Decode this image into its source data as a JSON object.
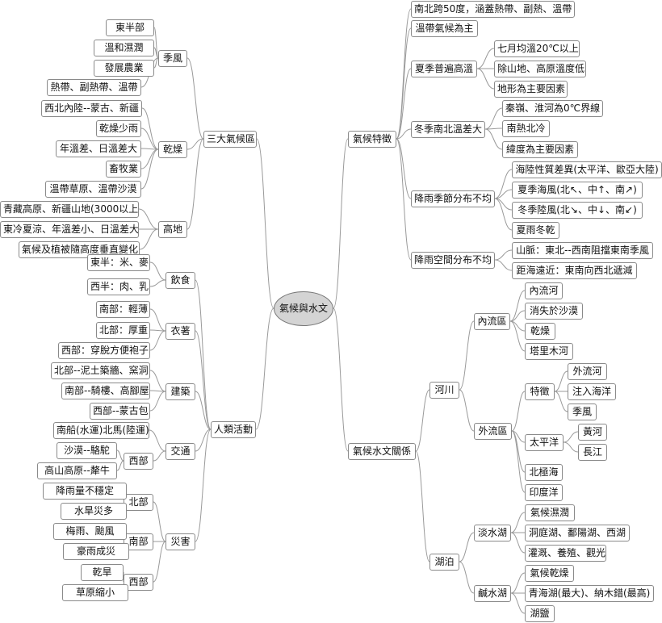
{
  "root": "氣候與水文",
  "left": [
    {
      "label": "三大氣候區",
      "children": [
        {
          "label": "季風",
          "children": [
            {
              "label": "東半部"
            },
            {
              "label": "溫和濕潤"
            },
            {
              "label": "發展農業"
            },
            {
              "label": "熱帶、副熱帶、溫帶"
            }
          ]
        },
        {
          "label": "乾燥",
          "children": [
            {
              "label": "西北內陸--蒙古、新疆"
            },
            {
              "label": "乾燥少雨"
            },
            {
              "label": "年溫差、日溫差大"
            },
            {
              "label": "畜牧業"
            },
            {
              "label": "溫帶草原、溫帶沙漠"
            }
          ]
        },
        {
          "label": "高地",
          "children": [
            {
              "label": "青藏高原、新疆山地(3000以上)"
            },
            {
              "label": "東冷夏涼、年溫差小、日溫差大"
            },
            {
              "label": "氣候及植被隨高度垂直變化"
            }
          ]
        }
      ]
    },
    {
      "label": "人類活動",
      "children": [
        {
          "label": "飲食",
          "children": [
            {
              "label": "東半：米、麥"
            },
            {
              "label": "西半：肉、乳"
            }
          ]
        },
        {
          "label": "衣著",
          "children": [
            {
              "label": "南部：輕薄"
            },
            {
              "label": "北部：厚重"
            },
            {
              "label": "西部：穿脫方便袍子"
            }
          ]
        },
        {
          "label": "建築",
          "children": [
            {
              "label": "北部--泥土築牆、窯洞"
            },
            {
              "label": "南部--騎樓、高腳屋"
            },
            {
              "label": "西部--蒙古包"
            }
          ]
        },
        {
          "label": "交通",
          "children": [
            {
              "label": "南船(水運)北馬(陸運)"
            },
            {
              "label": "西部",
              "children": [
                {
                  "label": "沙漠--駱駝"
                },
                {
                  "label": "高山高原--犛牛"
                }
              ]
            }
          ]
        },
        {
          "label": "災害",
          "children": [
            {
              "label": "北部",
              "children": [
                {
                  "label": "降雨量不穩定"
                },
                {
                  "label": "水旱災多"
                }
              ]
            },
            {
              "label": "南部",
              "children": [
                {
                  "label": "梅雨、颱風"
                },
                {
                  "label": "豪雨成災"
                }
              ]
            },
            {
              "label": "西部",
              "children": [
                {
                  "label": "乾旱"
                },
                {
                  "label": "草原縮小"
                }
              ]
            }
          ]
        }
      ]
    }
  ],
  "right": [
    {
      "label": "氣候特徵",
      "children": [
        {
          "label": "南北跨50度，涵蓋熱帶、副熱、溫帶"
        },
        {
          "label": "溫帶氣候為主"
        },
        {
          "label": "夏季普遍高溫",
          "children": [
            {
              "label": "七月均溫20℃以上"
            },
            {
              "label": "除山地、高原溫度低"
            },
            {
              "label": "地形為主要因素"
            }
          ]
        },
        {
          "label": "冬季南北溫差大",
          "children": [
            {
              "label": "秦嶺、淮河為0℃界線"
            },
            {
              "label": "南熱北冷"
            },
            {
              "label": "緯度為主要因素"
            }
          ]
        },
        {
          "label": "降雨季節分布不均",
          "children": [
            {
              "label": "海陸性質差異(太平洋、歐亞大陸)"
            },
            {
              "label": "夏季海風(北↖、中↑、南↗)"
            },
            {
              "label": "冬季陸風(北↘、中↓、南↙)"
            },
            {
              "label": "夏雨冬乾"
            }
          ]
        },
        {
          "label": "降雨空間分布不均",
          "children": [
            {
              "label": "山脈：東北--西南阻擋東南季風"
            },
            {
              "label": "距海遠近：東南向西北遞減"
            }
          ]
        }
      ]
    },
    {
      "label": "氣候水文關係",
      "children": [
        {
          "label": "河川",
          "children": [
            {
              "label": "內流區",
              "children": [
                {
                  "label": "內流河"
                },
                {
                  "label": "消失於沙漠"
                },
                {
                  "label": "乾燥"
                },
                {
                  "label": "塔里木河"
                }
              ]
            },
            {
              "label": "外流區",
              "children": [
                {
                  "label": "特徵",
                  "children": [
                    {
                      "label": "外流河"
                    },
                    {
                      "label": "注入海洋"
                    },
                    {
                      "label": "季風"
                    }
                  ]
                },
                {
                  "label": "太平洋",
                  "children": [
                    {
                      "label": "黃河"
                    },
                    {
                      "label": "長江"
                    }
                  ]
                },
                {
                  "label": "北極海"
                },
                {
                  "label": "印度洋"
                }
              ]
            }
          ]
        },
        {
          "label": "湖泊",
          "children": [
            {
              "label": "淡水湖",
              "children": [
                {
                  "label": "氣候濕潤"
                },
                {
                  "label": "洞庭湖、鄱陽湖、西湖"
                },
                {
                  "label": "灌溉、養殖、觀光"
                }
              ]
            },
            {
              "label": "鹹水湖",
              "children": [
                {
                  "label": "氣候乾燥"
                },
                {
                  "label": "青海湖(最大)、納木錯(最高)"
                },
                {
                  "label": "湖鹽"
                }
              ]
            }
          ]
        }
      ]
    }
  ]
}
